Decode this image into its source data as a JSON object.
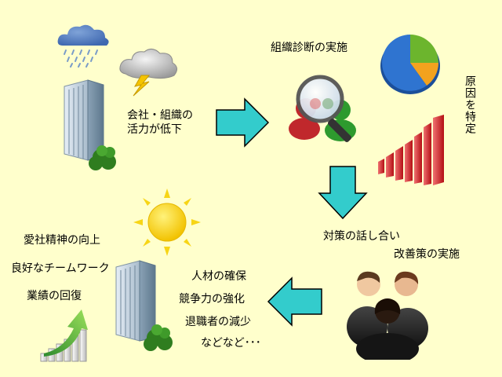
{
  "top_left": {
    "caption_line1": "会社・組織の",
    "caption_line2": "活力が低下"
  },
  "top_right": {
    "title": "組織診断の実施",
    "side_label": "原因を特定"
  },
  "bottom_right": {
    "label1": "対策の話し合い",
    "label2": "改善策の実施"
  },
  "bottom_middle": {
    "items": [
      "人材の確保",
      "競争力の強化",
      "退職者の減少",
      "などなど･･･"
    ]
  },
  "bottom_left": {
    "items": [
      "愛社精神の向上",
      "良好なチームワーク",
      "業績の回復"
    ]
  },
  "colors": {
    "background": "#ffffcc",
    "arrow": "#33cccc",
    "arrow_outline": "#000000"
  }
}
